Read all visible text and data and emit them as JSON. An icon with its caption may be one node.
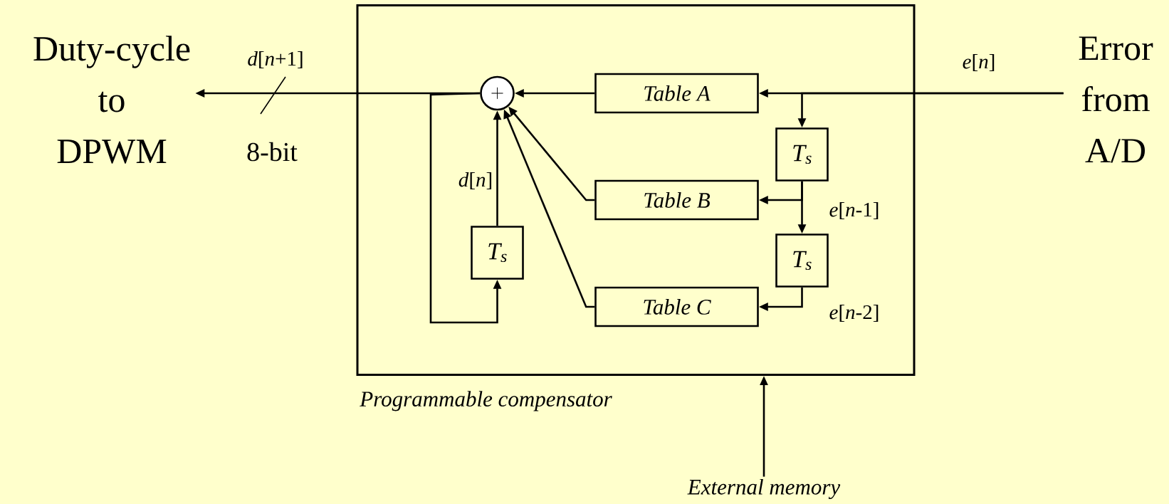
{
  "diagram": {
    "nodes": [
      {
        "text": [
          "Programmable compensator"
        ]
      },
      {
        "text": [
          "Duty-cycle to DPWM"
        ]
      },
      {
        "text": [
          "Error from A/D"
        ]
      },
      {
        "text": [
          "+"
        ],
        "in": 0
      },
      {
        "text": [
          "Table A"
        ],
        "in": 0
      },
      {
        "text": [
          "T$_{s}$"
        ],
        "in": 0
      },
      {
        "text": [
          "Table B"
        ],
        "in": 0
      },
      {
        "text": [
          "T$_{s}$"
        ],
        "in": 0
      },
      {
        "text": [
          "Table C"
        ],
        "in": 0
      },
      {
        "text": [
          "T$_{s}$"
        ],
        "in": 0
      },
      {
        "text": [
          "External memory"
        ]
      }
    ],
    "edges": [
      {
        "from": 3,
        "to": 1,
        "arrow": "to",
        "label": "*d*[*n*+1]"
      },
      {
        "from": 2,
        "to": 4,
        "arrow": "to",
        "label": "*e*[*n*]"
      },
      {
        "from": 2,
        "to": 5,
        "arrow": "to"
      },
      {
        "from": 4,
        "to": 3,
        "arrow": "to"
      },
      {
        "from": 5,
        "to": 6,
        "arrow": "to"
      },
      {
        "from": 5,
        "to": 7,
        "arrow": "to",
        "label": "*e*[*n*-1]"
      },
      {
        "from": 7,
        "to": 8,
        "arrow": "to",
        "label": "*e*[*n*-2]"
      },
      {
        "from": 6,
        "to": 3,
        "arrow": "to"
      },
      {
        "from": 8,
        "to": 3,
        "arrow": "to"
      },
      {
        "from": 3,
        "to": 9,
        "arrow": "to"
      },
      {
        "from": 9,
        "to": 3,
        "arrow": "to",
        "label": "*d*[*n*]"
      },
      {
        "from": 10,
        "to": 0,
        "arrow": "to"
      }
    ],
    "labels": [
      "8-bit"
    ]
  }
}
